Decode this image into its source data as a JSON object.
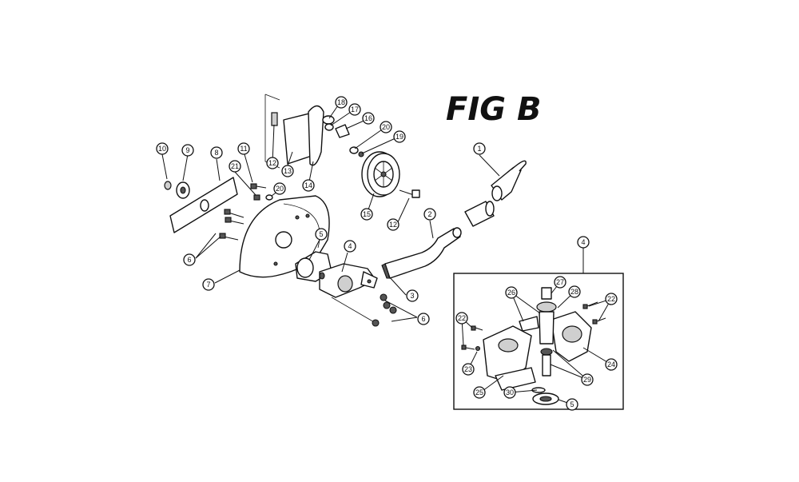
{
  "figure": {
    "title": "FIG B"
  },
  "callouts": {
    "c1": "1",
    "c2": "2",
    "c3": "3",
    "c4_main": "4",
    "c4_detail": "4",
    "c5_main": "5",
    "c5_detail": "5",
    "c6_upper": "6",
    "c6_lower": "6",
    "c7": "7",
    "c8": "8",
    "c9": "9",
    "c10": "10",
    "c11": "11",
    "c12_top": "12",
    "c12_bolt": "12",
    "c13": "13",
    "c14": "14",
    "c15": "15",
    "c16": "16",
    "c17": "17",
    "c18": "18",
    "c19": "19",
    "c20_top": "20",
    "c20_left": "20",
    "c21": "21",
    "c22_left": "22",
    "c22_right": "22",
    "c23": "23",
    "c24": "24",
    "c25": "25",
    "c26": "26",
    "c27": "27",
    "c28": "28",
    "c29": "29",
    "c30": "30"
  }
}
